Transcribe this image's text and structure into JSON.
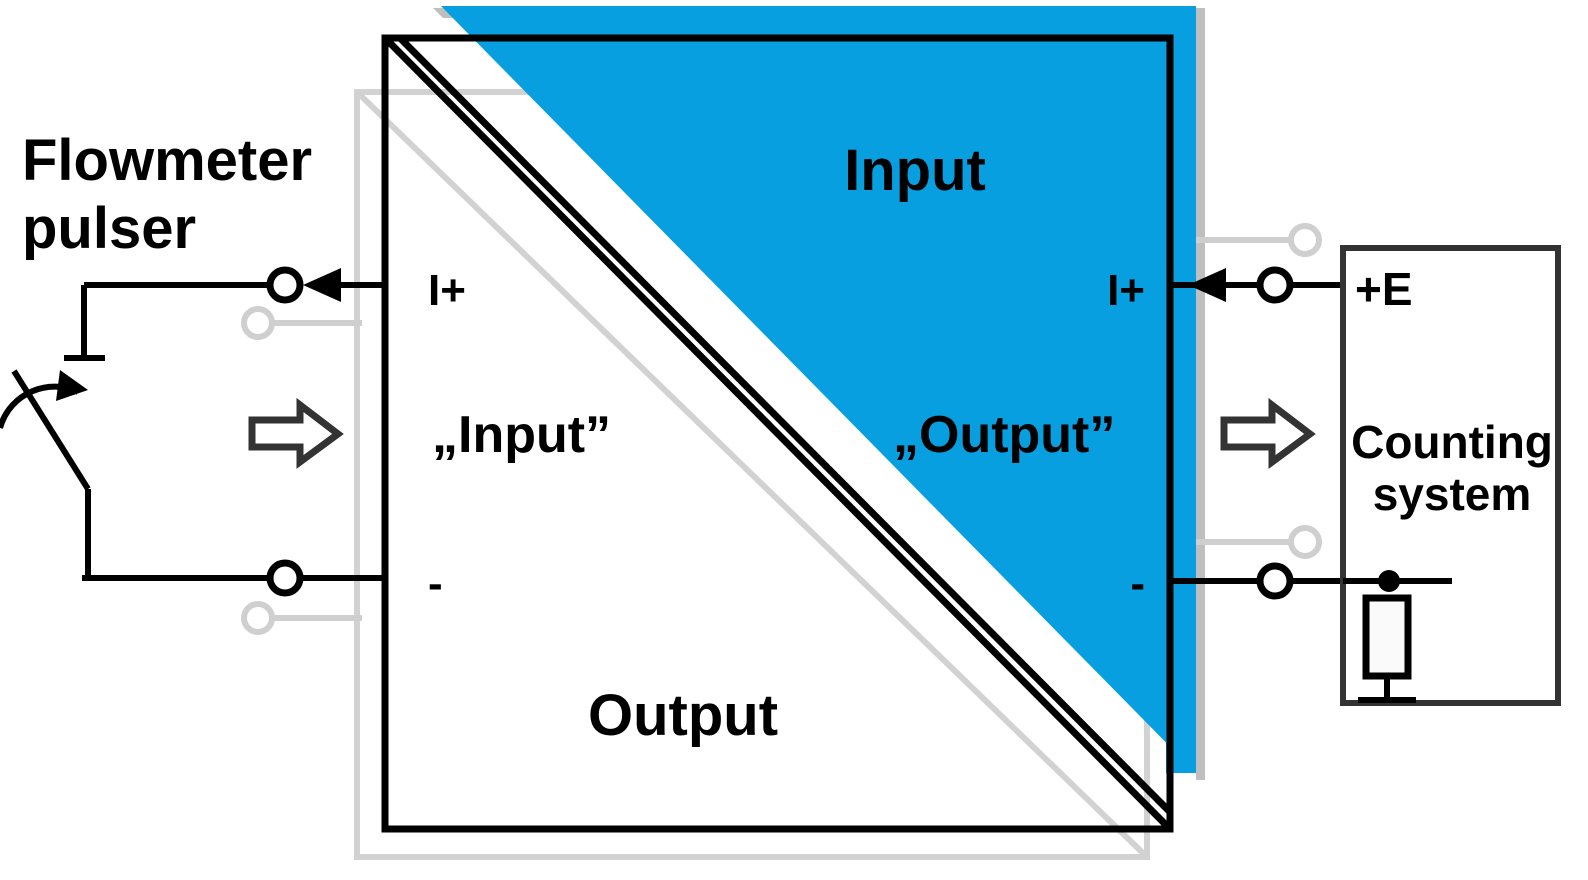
{
  "diagram": {
    "title": "Flowmeter pulser to counting system connection",
    "colors": {
      "accent_blue": "#079FE0",
      "shadow_gray": "#c8c8c8",
      "wire_gray": "#cfcfcf",
      "line_black": "#000000",
      "outline_dark": "#333333"
    },
    "left_source": {
      "label_line1": "Flowmeter",
      "label_line2": "pulser",
      "switch_icon": "switch-with-actuator-arrow-icon",
      "ground_icon": "ground-symbol-icon"
    },
    "converter": {
      "input_side_title": "Input",
      "output_side_title": "Output",
      "input_quoted_label": "„Input”",
      "output_quoted_label": "„Output”",
      "left_terminals": [
        {
          "label": "I+",
          "polarity": "positive"
        },
        {
          "label": "-",
          "polarity": "negative"
        }
      ],
      "right_terminals": [
        {
          "label": "I+",
          "polarity": "positive"
        },
        {
          "label": "-",
          "polarity": "negative"
        }
      ]
    },
    "right_load": {
      "supply_label": "+E",
      "name_line1": "Counting",
      "name_line2": "system",
      "resistor_icon": "resistor-symbol-icon",
      "ground_icon": "ground-symbol-icon",
      "junction_icon": "junction-dot-icon"
    },
    "flow_arrows": [
      {
        "name": "left-signal-flow-arrow",
        "direction": "right"
      },
      {
        "name": "right-signal-flow-arrow",
        "direction": "right"
      }
    ],
    "current_arrows": [
      {
        "name": "left-current-direction-arrow",
        "direction": "left"
      },
      {
        "name": "right-current-direction-arrow",
        "direction": "left"
      }
    ]
  }
}
